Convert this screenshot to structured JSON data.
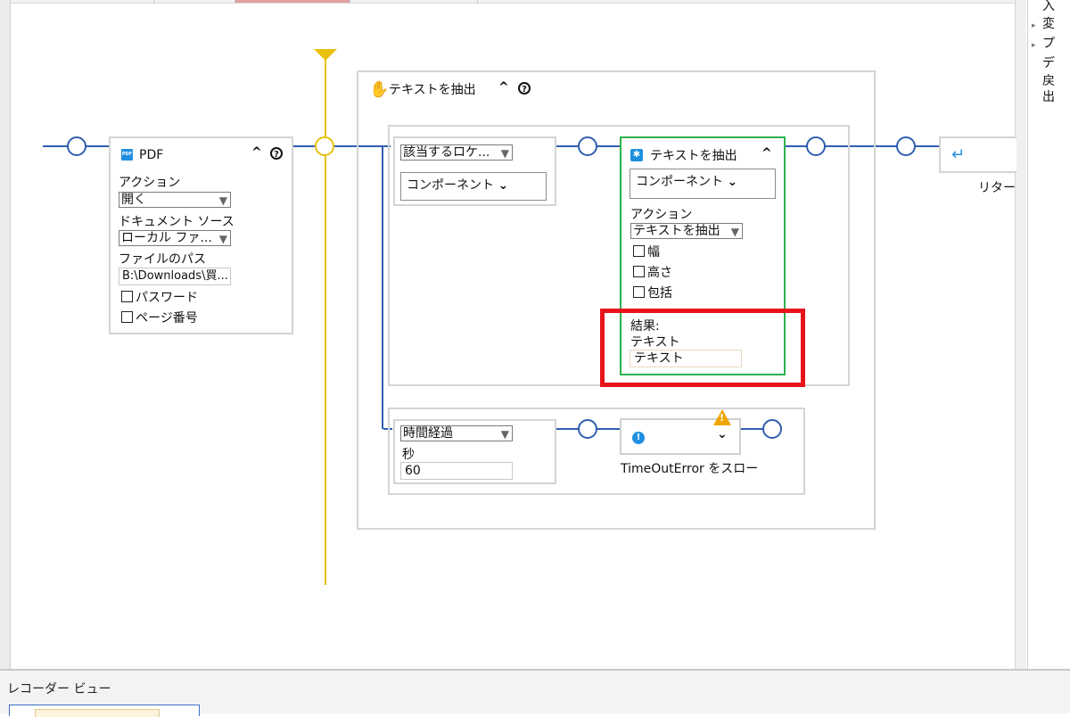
{
  "right_panel": {
    "rows": [
      {
        "label": "入",
        "arrow": false
      },
      {
        "label": "変",
        "arrow": true
      },
      {
        "label": "プ",
        "arrow": true
      },
      {
        "label": "デ",
        "arrow": false
      },
      {
        "label": "戻",
        "arrow": false
      },
      {
        "label": "出",
        "arrow": false
      }
    ]
  },
  "pdf_card": {
    "title": "PDF",
    "collapse": "^",
    "help": "?",
    "action_label": "アクション",
    "action_value": "開く",
    "doc_source_label": "ドキュメント ソース",
    "doc_source_value": "ローカル ファ...",
    "file_path_label": "ファイルのパス",
    "file_path_value": "B:\\Downloads\\買...",
    "password_label": "パスワード",
    "page_number_label": "ページ番号"
  },
  "extract_group": {
    "title": "テキストを抽出",
    "collapse": "^",
    "help": "?",
    "locator": {
      "value": "該当するロケ...",
      "component_label": "コンポーネント"
    },
    "inner_card": {
      "title": "テキストを抽出",
      "collapse": "^",
      "component_label": "コンポーネント",
      "action_label": "アクション",
      "action_value": "テキストを抽出",
      "check_width": "幅",
      "check_height": "高さ",
      "check_wrap": "包括",
      "result_label": "結果:",
      "result_sub": "テキスト",
      "result_value": "テキスト"
    },
    "timeout": {
      "value": "時間経過",
      "seconds_label": "秒",
      "seconds_value": "60",
      "throw_label": "TimeOutError をスロー",
      "warning": "!",
      "info": "!",
      "chevron": "⌄"
    }
  },
  "return_card": {
    "icon": "↵",
    "label": "リター"
  },
  "bottom": {
    "title": "レコーダー ビュー"
  },
  "colors": {
    "flow_line": "#2f5fb0",
    "timeline": "#e8c10d",
    "selected_border": "#2bb24c",
    "highlight": "#e8141c",
    "icon_blue": "#1f8fe0",
    "warning": "#f0a500"
  }
}
